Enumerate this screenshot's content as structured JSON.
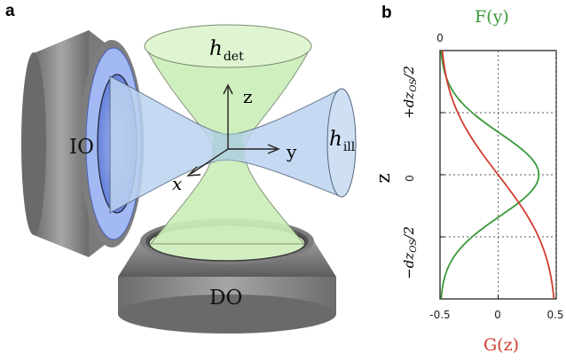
{
  "figure": {
    "panel_a_label": "a",
    "panel_b_label": "b",
    "schematic": {
      "io_label": "IO",
      "do_label": "DO",
      "h_det_label": "h",
      "h_det_sub": "det",
      "h_ill_label": "h",
      "h_ill_sub": "ill",
      "axis_x": "x",
      "axis_y": "y",
      "axis_z": "z",
      "colors": {
        "detection": "#d7f1c9",
        "illumination": "#c5d9f2",
        "objective": "#8f8f8f",
        "lens": "#6f8ee8"
      }
    }
  },
  "chart_data": {
    "type": "line",
    "series": [
      {
        "name": "F(y)",
        "color": "#3a9a3a",
        "curve": "gaussian",
        "amplitude": 0.85,
        "offset": -0.5,
        "sigma_fraction": 0.45
      },
      {
        "name": "G(z)",
        "color": "#d23c2f",
        "curve": "erf-step",
        "low": -0.5,
        "high": 0.5
      }
    ],
    "top_label": "F(y)",
    "bottom_label": "G(z)",
    "ylabel": "z",
    "x_ticks": [
      "-0.5",
      "0",
      "0.5"
    ],
    "x_top_tick": "0",
    "y_ticks": [
      "+dz_OS/2",
      "0",
      "−dz_OS/2"
    ],
    "y_tick_labels": {
      "plus": "+dz",
      "plus_sub": "OS",
      "plus_tail": "/2",
      "zero": "0",
      "minus": "−dz",
      "minus_sub": "OS",
      "minus_tail": "/2"
    },
    "xlim": [
      -0.5,
      0.5
    ],
    "grid": true
  }
}
